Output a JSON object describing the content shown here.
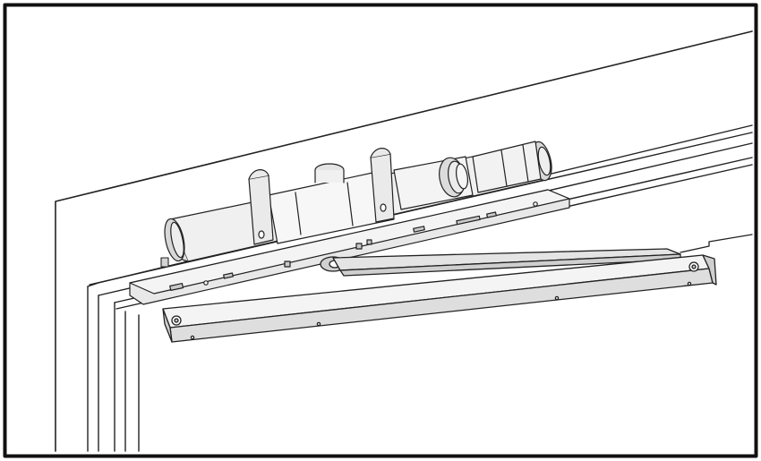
{
  "figure": {
    "subject": "door-closer-installation",
    "parts": [
      "door-frame",
      "door",
      "mounting-plate",
      "closer-body",
      "main-arm",
      "arm-track"
    ],
    "colors": {
      "line": "#222222",
      "frame_border": "#111111",
      "paper": "#ffffff",
      "part_light": "#f0f0f0",
      "part_mid": "#e0e0e0",
      "part_dark": "#c9c9c9",
      "cap": "#d8d8d8"
    }
  }
}
